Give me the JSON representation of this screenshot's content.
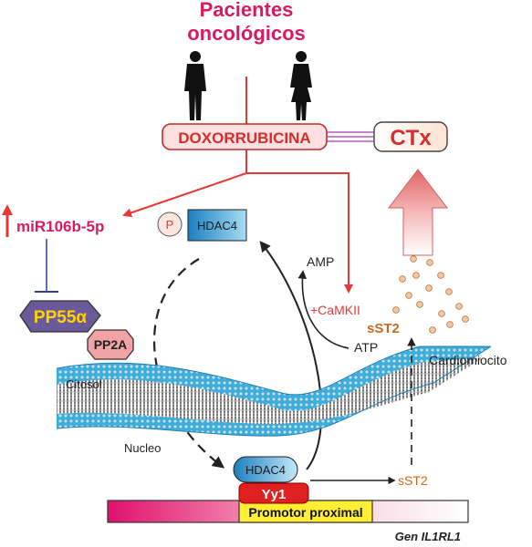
{
  "title": {
    "line1": "Pacientes",
    "line2": "oncológicos"
  },
  "drug": "DOXORRUBICINA",
  "outcome": "CTx",
  "mirna": "miR106b-5p",
  "phosphatase": {
    "main": "PP55α",
    "sub": "PP2A"
  },
  "phospho_tag": "P",
  "hdac4_cytosol": "HDAC4",
  "hdac4_nucleus": "HDAC4",
  "amp": "AMP",
  "atp": "ATP",
  "camkii": "+CaMKII",
  "sst2_secreted": "sST2",
  "sst2_nucleus": "sST2",
  "cardiomyocyte": "Cardiomiocito",
  "cytosol": "Citosol",
  "nucleus": "Nucleo",
  "yy1": "Yy1",
  "promoter": "Promotor proximal",
  "gene": {
    "prefix": "Gen ",
    "name": "IL1RL1"
  },
  "colors": {
    "title": "#d81b60",
    "red_arrow": "#e53935",
    "mirna": "#d81b60",
    "phosphatase": "#6a5a9a",
    "phosphatase_text": "#ffd400",
    "pp2a": "#f2a3a6",
    "hdac4": "#2f97cf",
    "yy1": "#e02020",
    "promoter": "#ffee33",
    "sst2": "#c86a1e",
    "membrane": "#46b3e0"
  }
}
